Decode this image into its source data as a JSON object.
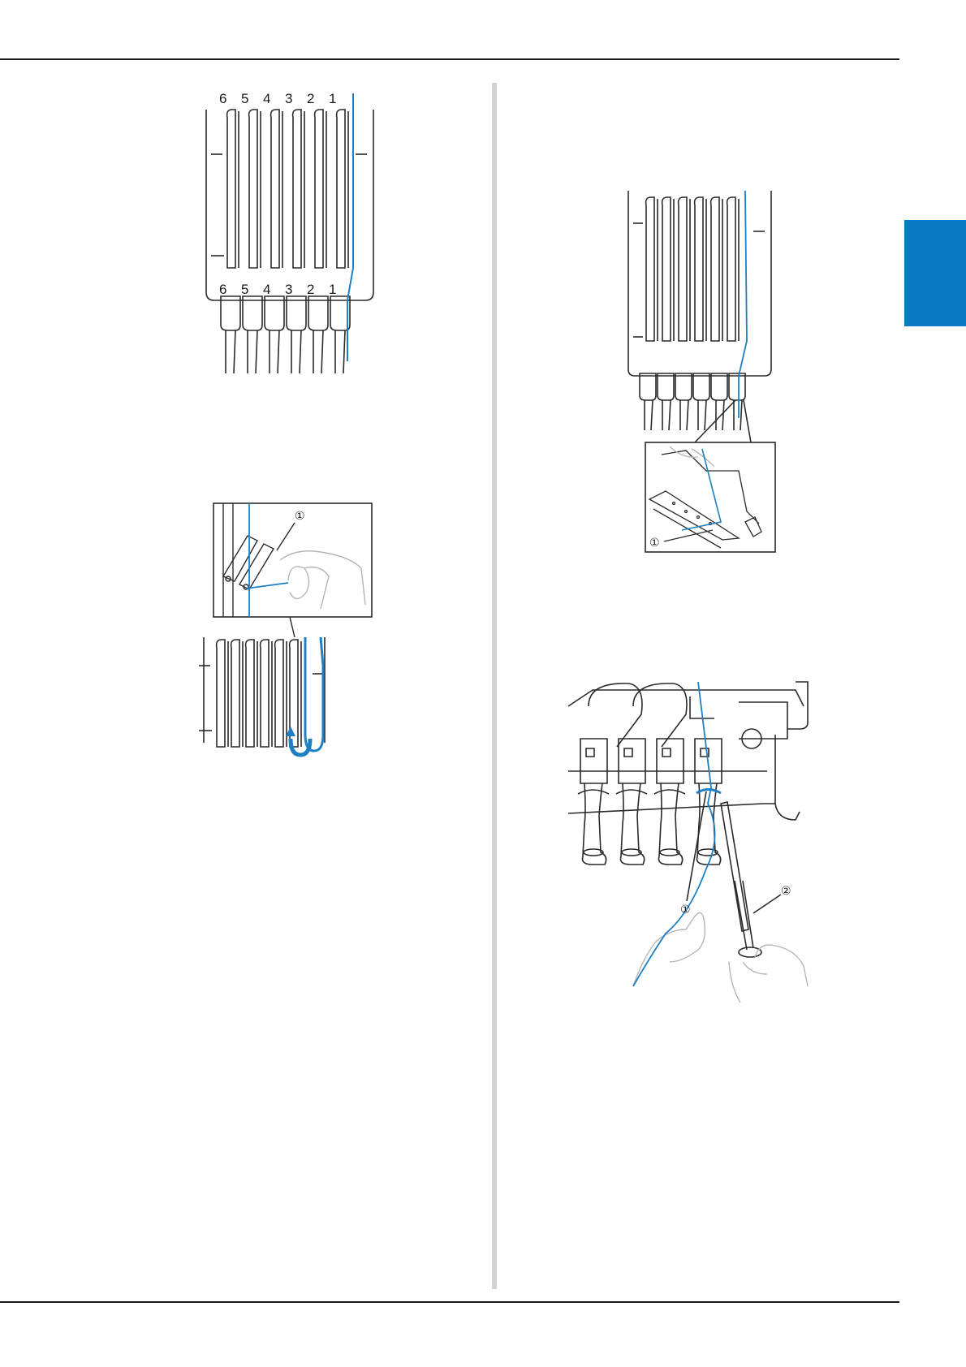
{
  "figure1": {
    "top_numbers": [
      "6",
      "5",
      "4",
      "3",
      "2",
      "1"
    ],
    "bottom_numbers": [
      "6",
      "5",
      "4",
      "3",
      "2",
      "1"
    ]
  },
  "figure2": {
    "callout": "①"
  },
  "figure3": {
    "callout": "①"
  },
  "figure4": {
    "callout_1": "①",
    "callout_2": "②"
  },
  "colors": {
    "thread": "#1d7fc4",
    "tab": "#0a7bc2",
    "line": "#2a2a2a",
    "divider": "#d2d2d2"
  }
}
